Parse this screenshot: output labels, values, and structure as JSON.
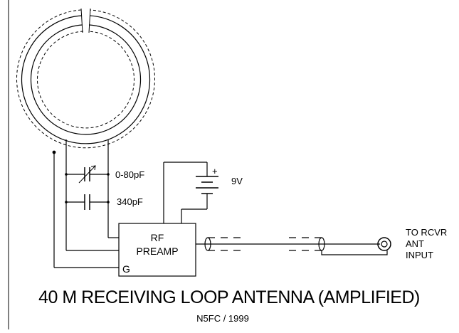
{
  "title": "40 M RECEIVING LOOP ANTENNA (AMPLIFIED)",
  "subtitle": "N5FC / 1999",
  "components": {
    "variable_cap": "0-80pF",
    "fixed_cap": "340pF",
    "battery": "9V",
    "battery_plus": "+",
    "preamp_line1": "RF",
    "preamp_line2": "PREAMP",
    "ground": "G",
    "output_line1": "TO RCVR",
    "output_line2": "ANT",
    "output_line3": "INPUT"
  },
  "colors": {
    "ink": "#000000",
    "background": "#ffffff"
  }
}
